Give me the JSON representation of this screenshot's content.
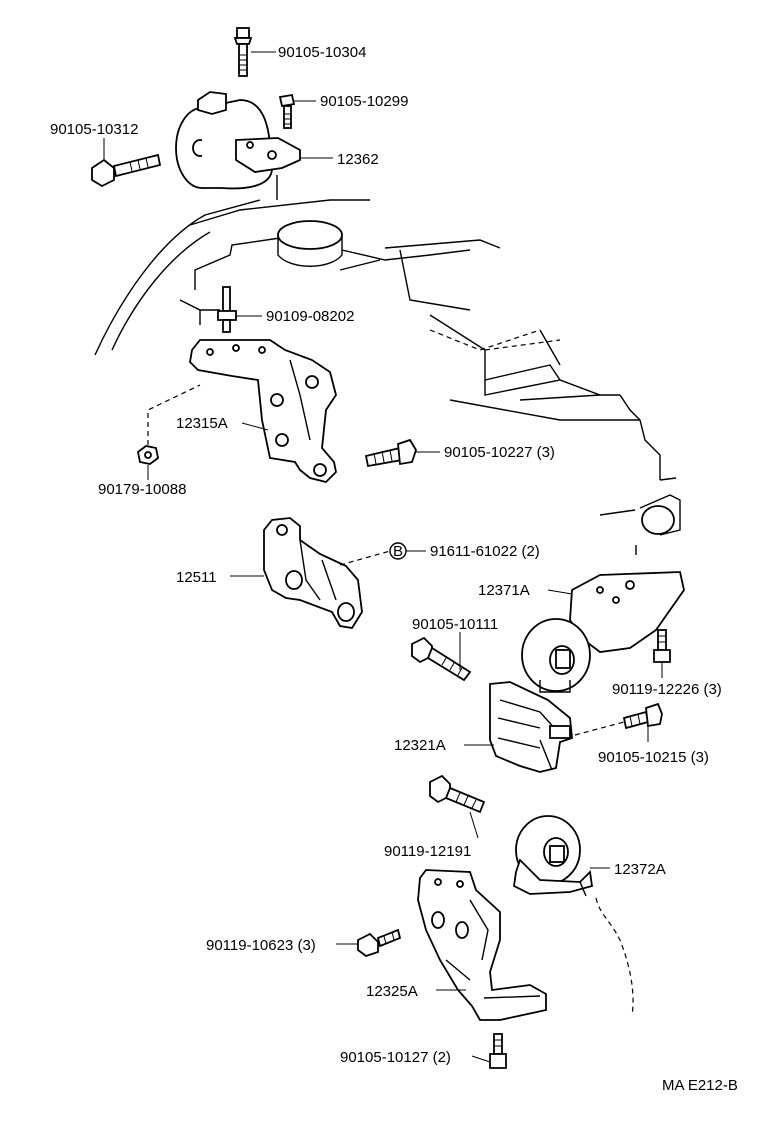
{
  "figure_code": "MA E212-B",
  "callouts": [
    {
      "id": "c-90105-10304",
      "text": "90105-10304"
    },
    {
      "id": "c-90105-10299",
      "text": "90105-10299"
    },
    {
      "id": "c-90105-10312",
      "text": "90105-10312"
    },
    {
      "id": "c-12362",
      "text": "12362"
    },
    {
      "id": "c-90109-08202",
      "text": "90109-08202"
    },
    {
      "id": "c-12315A",
      "text": "12315A"
    },
    {
      "id": "c-90105-10227",
      "text": "90105-10227 (3)"
    },
    {
      "id": "c-90179-10088",
      "text": "90179-10088"
    },
    {
      "id": "c-91611-61022",
      "text": "91611-61022 (2)"
    },
    {
      "id": "c-12511",
      "text": "12511"
    },
    {
      "id": "c-12371A",
      "text": "12371A"
    },
    {
      "id": "c-90105-10111",
      "text": "90105-10111"
    },
    {
      "id": "c-90119-12226",
      "text": "90119-12226 (3)"
    },
    {
      "id": "c-12321A",
      "text": "12321A"
    },
    {
      "id": "c-90105-10215",
      "text": "90105-10215 (3)"
    },
    {
      "id": "c-90119-12191",
      "text": "90119-12191"
    },
    {
      "id": "c-12372A",
      "text": "12372A"
    },
    {
      "id": "c-90119-10623",
      "text": "90119-10623 (3)"
    },
    {
      "id": "c-12325A",
      "text": "12325A"
    },
    {
      "id": "c-90105-10127",
      "text": "90105-10127 (2)"
    }
  ],
  "marker_b": "B"
}
